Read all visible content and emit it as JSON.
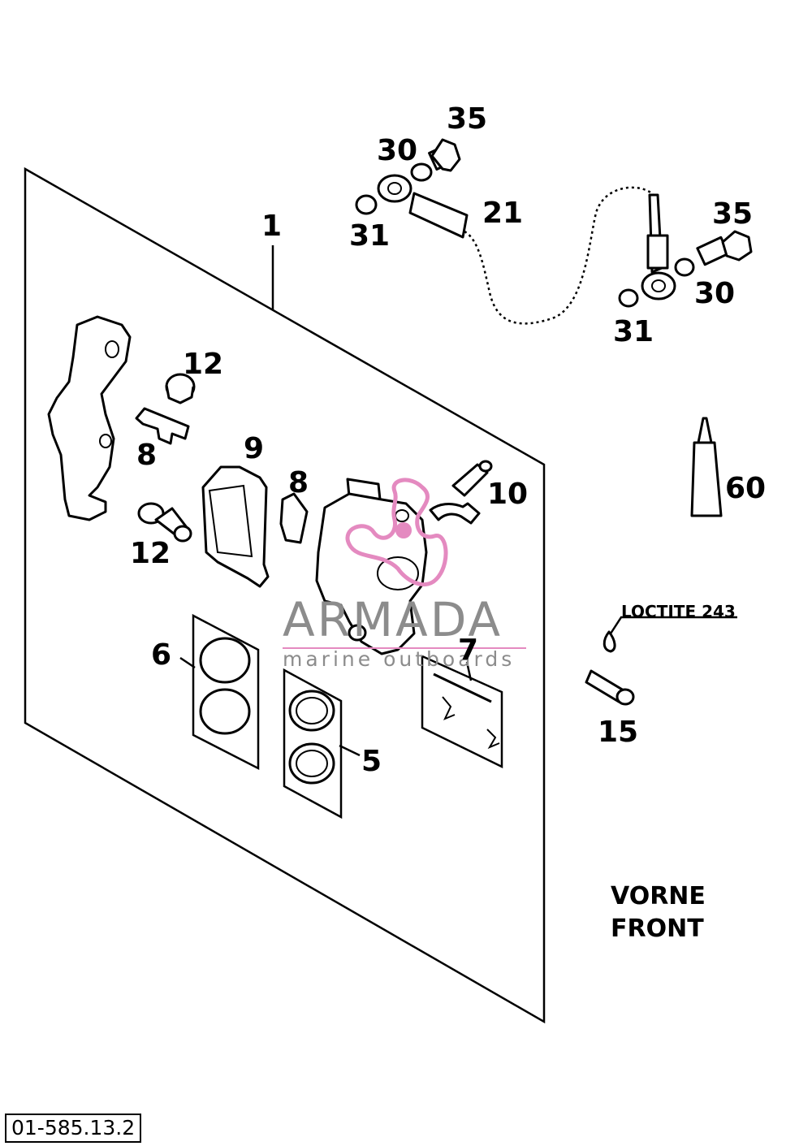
{
  "callouts": {
    "c1": "1",
    "c35a": "35",
    "c30a": "30",
    "c31a": "31",
    "c21": "21",
    "c35b": "35",
    "c30b": "30",
    "c31b": "31",
    "c12a": "12",
    "c8a": "8",
    "c9": "9",
    "c8b": "8",
    "c10": "10",
    "c12b": "12",
    "c60": "60",
    "c6": "6",
    "c7": "7",
    "c5": "5",
    "c15": "15"
  },
  "loctite_label": "LOCTITE 243",
  "direction": {
    "line1": "VORNE",
    "line2": "FRONT"
  },
  "watermark": {
    "brand": "ARMADA",
    "tagline": "marine outboards"
  },
  "reference_code": "01-585.13.2",
  "colors": {
    "ink": "#000000",
    "watermark_grey": "#8c8c8c",
    "watermark_pink": "#e48ac0"
  }
}
